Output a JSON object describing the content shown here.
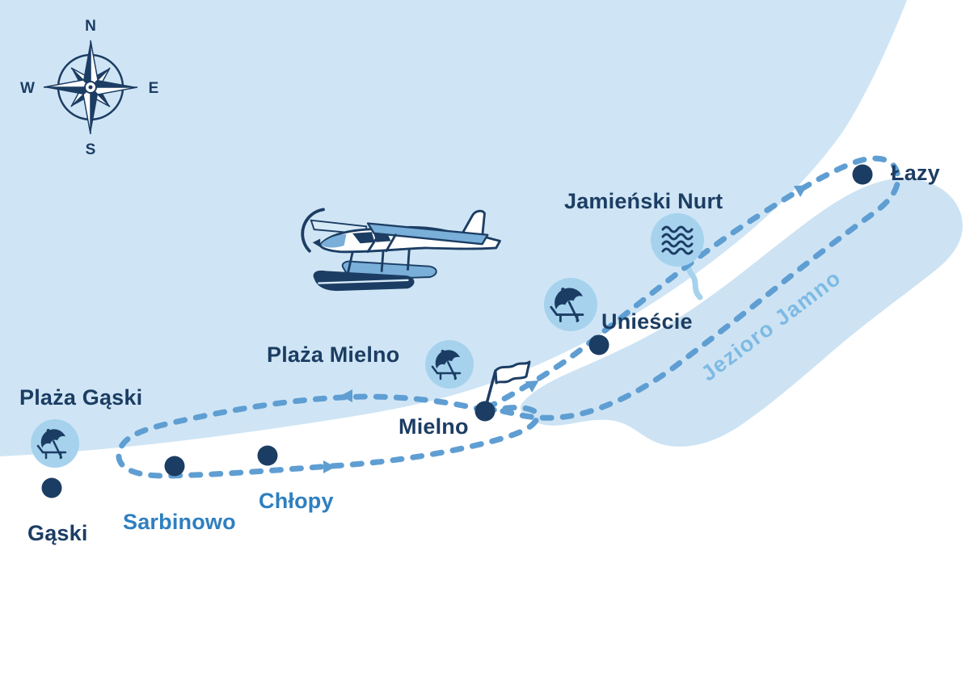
{
  "compass": {
    "n": "N",
    "e": "E",
    "s": "S",
    "w": "W"
  },
  "places": [
    {
      "name": "Łazy",
      "marker": "dot"
    },
    {
      "name": "Jamieński Nurt",
      "marker": "waves-badge"
    },
    {
      "name": "Unieście",
      "marker": "dot-and-beach-badge"
    },
    {
      "name": "Plaża Mielno",
      "marker": "beach-badge"
    },
    {
      "name": "Mielno",
      "marker": "flag-dot"
    },
    {
      "name": "Plaża Gąski",
      "marker": "beach-badge"
    },
    {
      "name": "Gąski",
      "marker": "dot"
    },
    {
      "name": "Sarbinowo",
      "marker": "dot"
    },
    {
      "name": "Chłopy",
      "marker": "dot"
    }
  ],
  "water_labels": {
    "lake": "Jezioro Jamno"
  },
  "route": {
    "style": "dashed",
    "arrow_count": 4
  },
  "icons": {
    "compass": "compass-rose-icon",
    "seaplane": "seaplane-icon",
    "waves": "waves-icon",
    "beach": "beach-umbrella-icon",
    "flag": "flag-marker-icon"
  },
  "colors": {
    "navy": "#1c3d63",
    "town-blue": "#2e7fc0",
    "lake-label-blue": "#7dbae4",
    "route-blue": "#5f9ed2",
    "badge-blue": "#a6d2ee",
    "sea-blue": "#cfe5f5",
    "lake-blue": "#cde3f3",
    "plane-mid-blue": "#79afd9",
    "plane-light-blue": "#d7eaf8",
    "land-white": "#ffffff"
  }
}
